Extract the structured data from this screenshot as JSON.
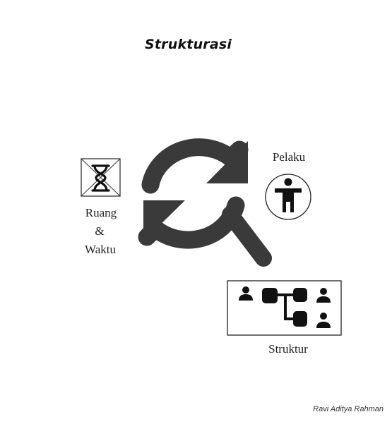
{
  "title": "Strukturasi",
  "nodes": {
    "ruang_waktu": {
      "line1": "Ruang",
      "line2": "&",
      "line3": "Waktu",
      "icon": "hourglass-icon"
    },
    "pelaku": {
      "label": "Pelaku",
      "icon": "person-icon"
    },
    "struktur": {
      "label": "Struktur",
      "icon": "org-structure-icon"
    },
    "center": {
      "icon": "refresh-search-icon"
    }
  },
  "credit": "Ravi Aditya Rahman",
  "colors": {
    "icon": "#3a3a3a",
    "stroke": "#222222"
  }
}
